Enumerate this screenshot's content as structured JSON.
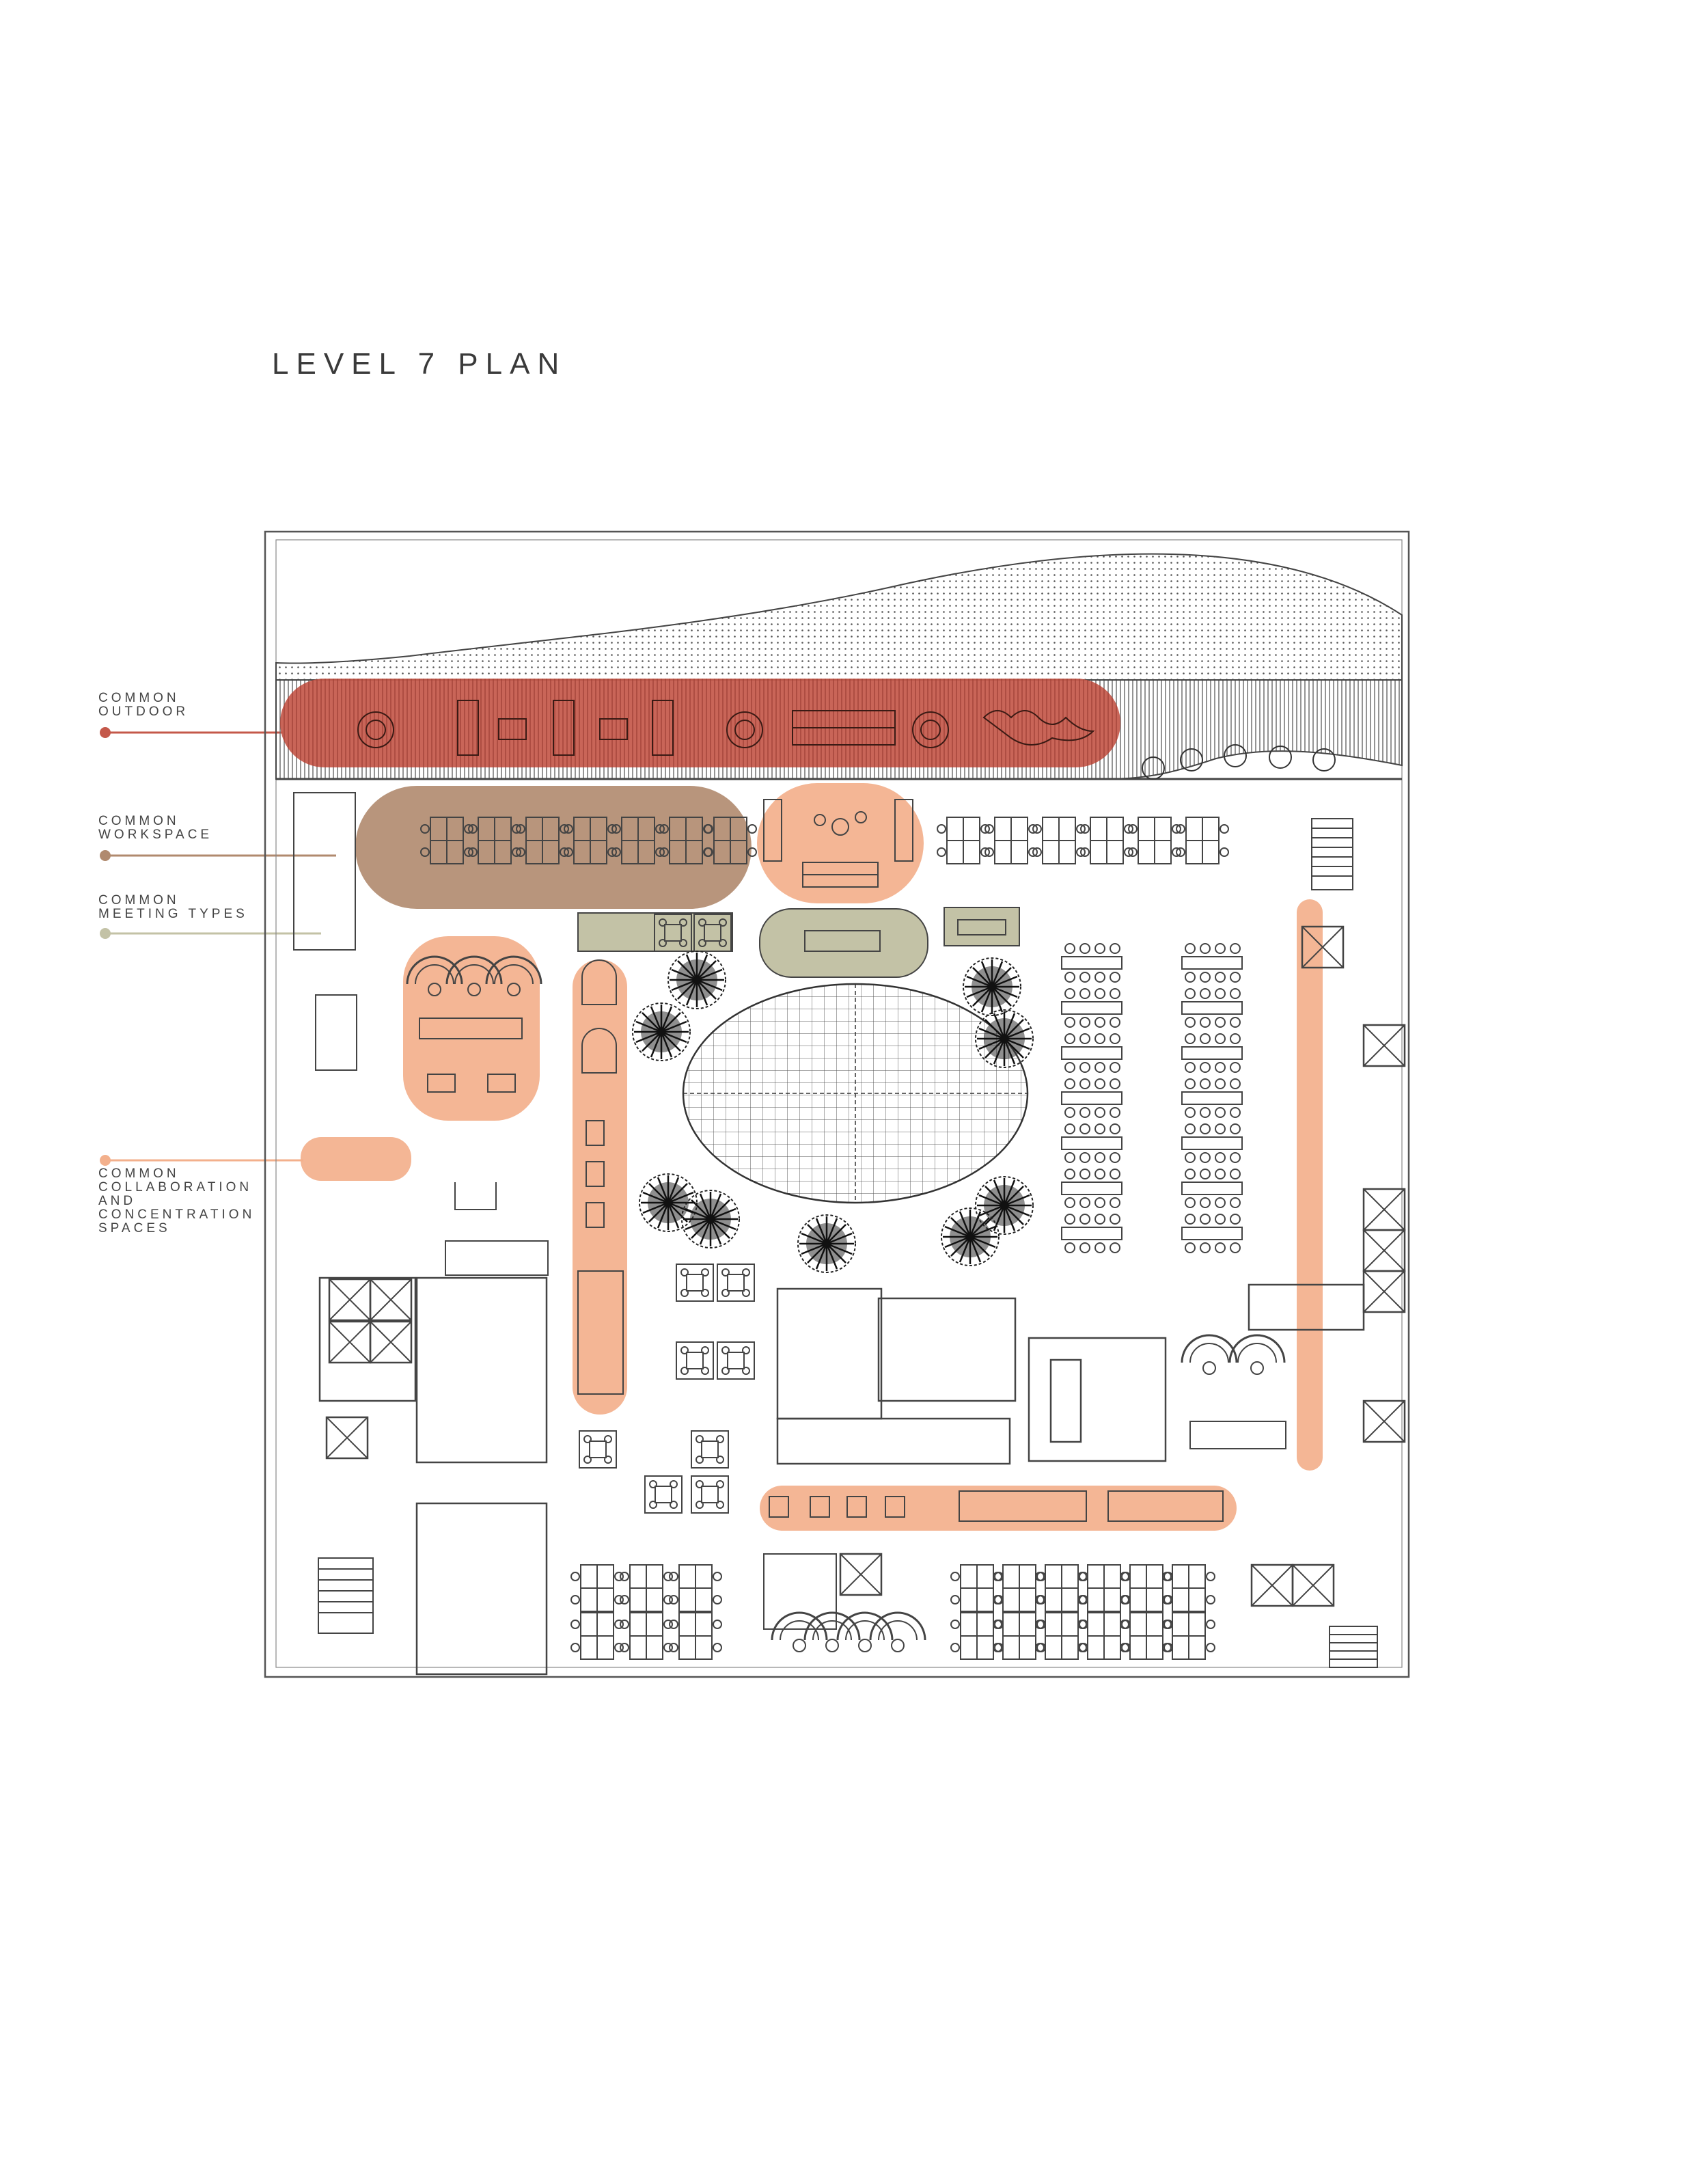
{
  "page_title": "LEVEL 7 PLAN",
  "legend": [
    {
      "key": "outdoor",
      "lines": [
        "COMMON",
        "OUTDOOR"
      ],
      "color": "#c4584a"
    },
    {
      "key": "workspace",
      "lines": [
        "COMMON",
        "WORKSPACE"
      ],
      "color": "#b08a6e"
    },
    {
      "key": "meeting",
      "lines": [
        "COMMON",
        "MEETING TYPES"
      ],
      "color": "#c3c2a6"
    },
    {
      "key": "collab",
      "lines": [
        "COMMON",
        "COLLABORATION",
        "AND",
        "CONCENTRATION",
        "SPACES"
      ],
      "color": "#f3b08c"
    }
  ],
  "colors": {
    "outdoor": "#c4584a",
    "workspace": "#b08a6e",
    "meeting": "#c3c2a6",
    "collab": "#f3b08c",
    "linework": "#4a4a4a"
  }
}
